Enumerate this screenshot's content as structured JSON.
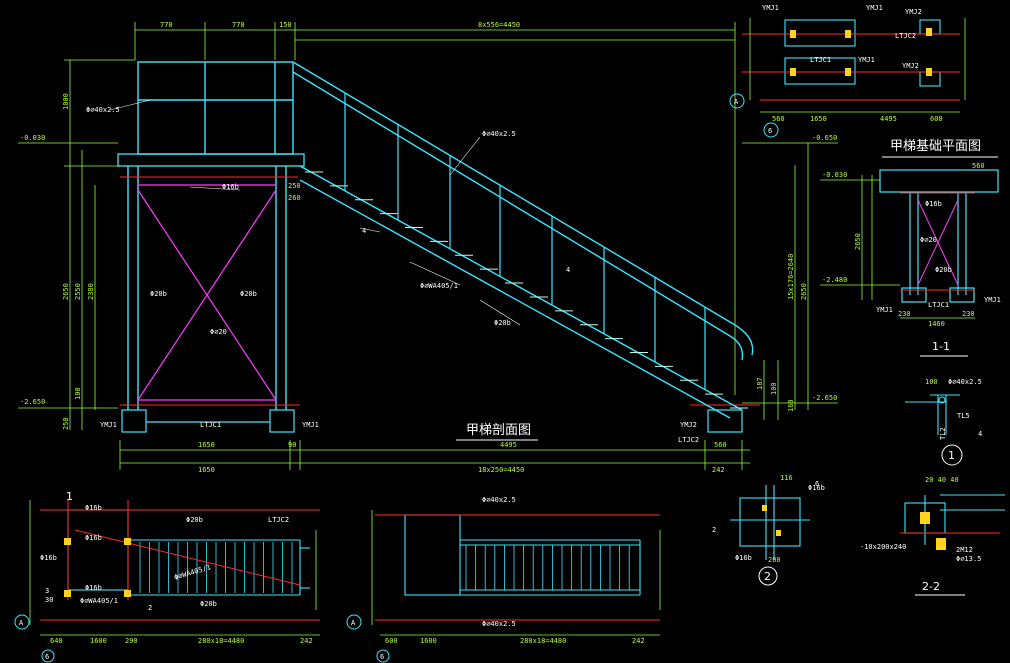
{
  "titles": {
    "stair_section": "甲梯剖面图",
    "foundation_plan": "甲梯基础平面图",
    "section_1_1": "1-1",
    "section_2_2": "2-2",
    "detail_1": "1",
    "detail_2": "2"
  },
  "elevations": {
    "top_left": "-0.030",
    "top_right": "-0.650",
    "bottom_left": "-2.650",
    "bottom_right": "-2.650",
    "fp_top": "-0.030",
    "fp_bottom": "-2.480"
  },
  "main_dims": {
    "top_770a": "770",
    "top_770b": "770",
    "top_150": "150",
    "top_span": "8x556=4450",
    "bottom_1650": "1650",
    "bottom_4495": "4495",
    "bottom_18": "18x250=4450",
    "bottom_242": "242",
    "bottom_90": "90",
    "bottom_560": "560",
    "left_2650": "2650",
    "left_2550": "2550",
    "left_2380": "2380",
    "left_1000": "1000",
    "left_100": "100",
    "left_250": "250",
    "right_2650": "2650",
    "right_rise": "15x176=2640",
    "right_187": "187",
    "right_100": "100",
    "right_160": "160",
    "mid_250": "250",
    "mid_260": "260"
  },
  "labels": {
    "rail_pipe_a": "Φ∅40x2.5",
    "rail_pipe_b": "Φ∅40x2.5",
    "beam_16b": "Φ16b",
    "col_20b_l": "Φ20b",
    "col_20b_r": "Φ20b",
    "brace_20": "Φ∅20",
    "tread": "Φ∅WA405/1",
    "stringer": "Φ20b",
    "ymj1_l": "YMJ1",
    "ymj1_r": "YMJ1",
    "ltjc1": "LTJC1",
    "ymj2": "YMJ2",
    "ltjc2": "LTJC2",
    "num_4a": "4",
    "num_4b": "4",
    "axis_a": "A",
    "axis_6": "6"
  },
  "plan_top": {
    "dim_1650": "1650",
    "dim_4495": "4495",
    "dim_560": "560",
    "dim_600": "600",
    "ymj1a": "YMJ1",
    "ymj1b": "YMJ1",
    "ymj1c": "YMJ1",
    "ymj2a": "YMJ2",
    "ymj2b": "YMJ2",
    "ltjc1": "LTJC1",
    "ltjc2": "LTJC2",
    "axis_a": "A",
    "axis_6": "6"
  },
  "foundation": {
    "dim_1460": "1460",
    "dim_230a": "230",
    "dim_230b": "230",
    "dim_560": "560",
    "dim_2650": "2650",
    "l16b": "Φ16b",
    "l20": "Φ∅20",
    "l20b": "Φ20b",
    "ymj1a": "YMJ1",
    "ymj1b": "YMJ1",
    "ltjc1": "LTJC1"
  },
  "detail1": {
    "pipe": "Φ∅40x2.5",
    "tl5": "TL5",
    "tl2": "TL2",
    "dim_100": "100",
    "num4": "4"
  },
  "detail2": {
    "l16b_a": "Φ16b",
    "l16b_b": "Φ16b",
    "num6": "6",
    "num2": "2",
    "dim_116": "116",
    "dim_200": "200"
  },
  "section22": {
    "plate": "-10x200x240",
    "bolt": "2M12",
    "pipe": "Φ∅13.5",
    "dim_20": "20 40 40"
  },
  "plan_bottom_left": {
    "l16b_a": "Φ16b",
    "l16b_b": "Φ16b",
    "l16b_c": "Φ16b",
    "l16b_d": "Φ16b",
    "l20b_a": "Φ20b",
    "l20b_b": "Φ20b",
    "tread": "Φ∅WA405/1",
    "tread2": "Φ∅WA405/1",
    "ltjc2": "LTJC2",
    "dim_1600": "1600",
    "dim_290": "290",
    "dim_span": "280x18=4480",
    "dim_242": "242",
    "dim_640": "640",
    "axis_a": "A",
    "axis_6": "6",
    "sec_1": "1",
    "num_2": "2",
    "num_3": "3",
    "num_30": "30"
  },
  "plan_bottom_right": {
    "pipe_a": "Φ∅40x2.5",
    "pipe_b": "Φ∅40x2.5",
    "dim_1600": "1600",
    "dim_span": "280x18=4480",
    "dim_242": "242",
    "dim_600": "600",
    "axis_a": "A",
    "axis_6": "6"
  }
}
